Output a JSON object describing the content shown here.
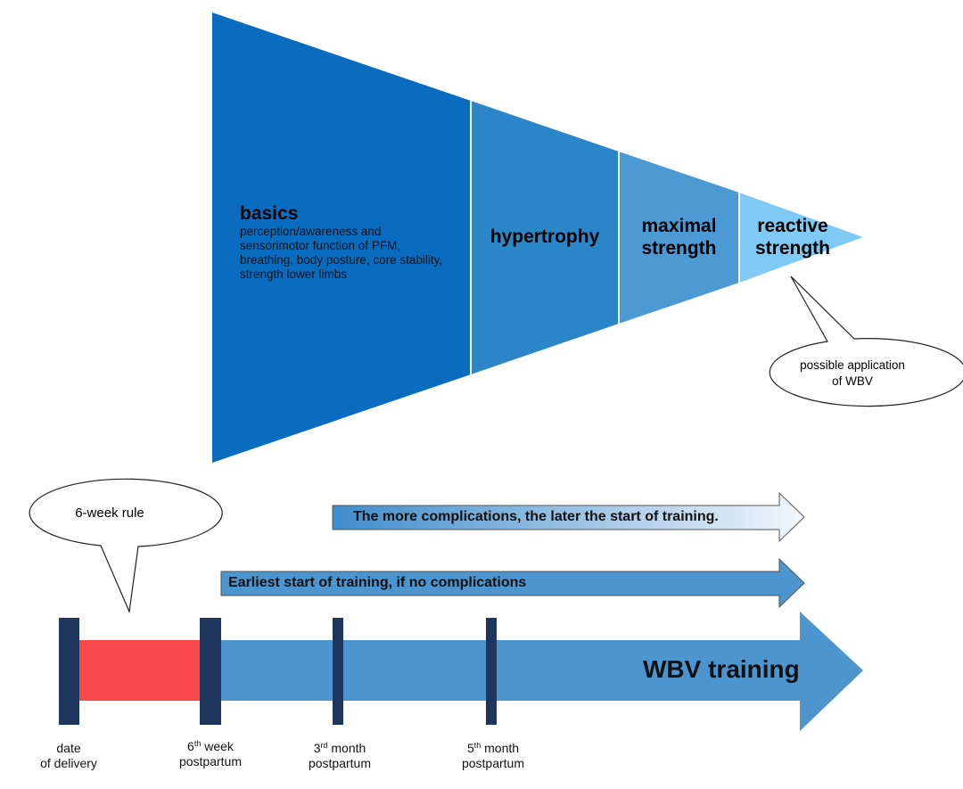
{
  "colors": {
    "seg_basics": "#0a6cbf",
    "seg_hypertrophy": "#2b86c8",
    "seg_maximal": "#4c9ad3",
    "seg_reactive": "#7fcaf2",
    "arrow_fill": "#4c95cf",
    "bar_dark": "#1e355e",
    "red_block": "#f9494b"
  },
  "pyramid": {
    "basics": {
      "title": "basics",
      "description": "perception/awareness and sensorimotor function of PFM, breathing, body posture, core stability, strength lower limbs"
    },
    "hypertrophy": {
      "title": "hypertrophy"
    },
    "maximal": {
      "line1": "maximal",
      "line2": "strength"
    },
    "reactive": {
      "line1": "reactive",
      "line2": "strength"
    }
  },
  "callouts": {
    "wbv_application": {
      "line1": "possible application",
      "line2": "of WBV"
    },
    "six_week_rule": "6-week rule"
  },
  "arrows": {
    "complications": "The more complications, the later the start of training.",
    "earliest_start": "Earliest start of training, if no complications",
    "wbv_training": "WBV training"
  },
  "timeline": {
    "delivery": {
      "line1": "date",
      "line2": "of delivery"
    },
    "week6": {
      "num": "6",
      "sup": "th",
      "word": "week",
      "line2": "postpartum"
    },
    "month3": {
      "num": "3",
      "sup": "rd",
      "word": "month",
      "line2": "postpartum"
    },
    "month5": {
      "num": "5",
      "sup": "th",
      "word": "month",
      "line2": "postpartum"
    }
  }
}
